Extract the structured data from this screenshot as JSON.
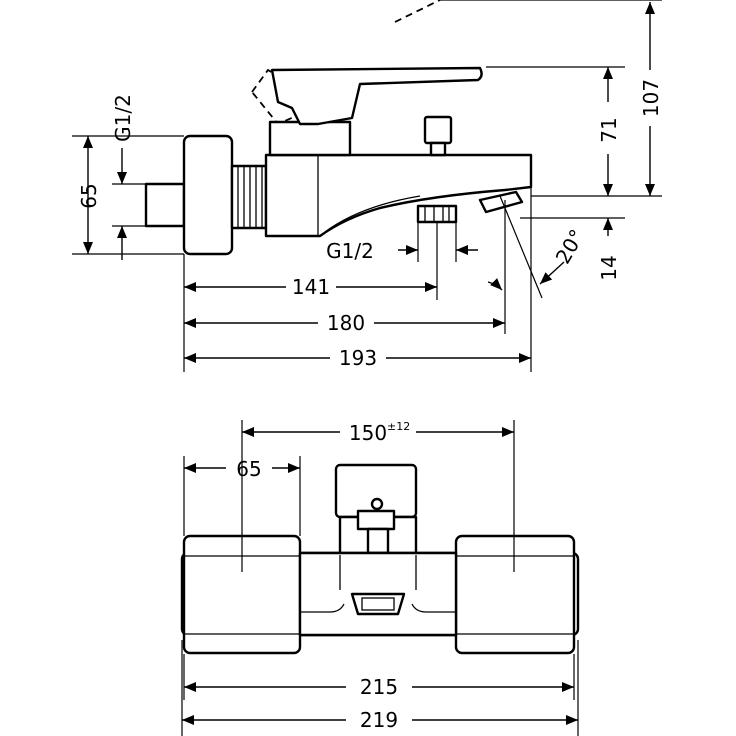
{
  "side_view": {
    "thread_left": "G1/2",
    "height_65": "65",
    "thread_bottom": "G1/2",
    "length_141": "141",
    "length_180": "180",
    "length_193": "193",
    "height_71": "71",
    "height_107": "107",
    "height_14": "14",
    "angle": "20°"
  },
  "top_view": {
    "spacing_value": "150",
    "spacing_tolerance": "±12",
    "width_65": "65",
    "width_215": "215",
    "width_219": "219"
  }
}
